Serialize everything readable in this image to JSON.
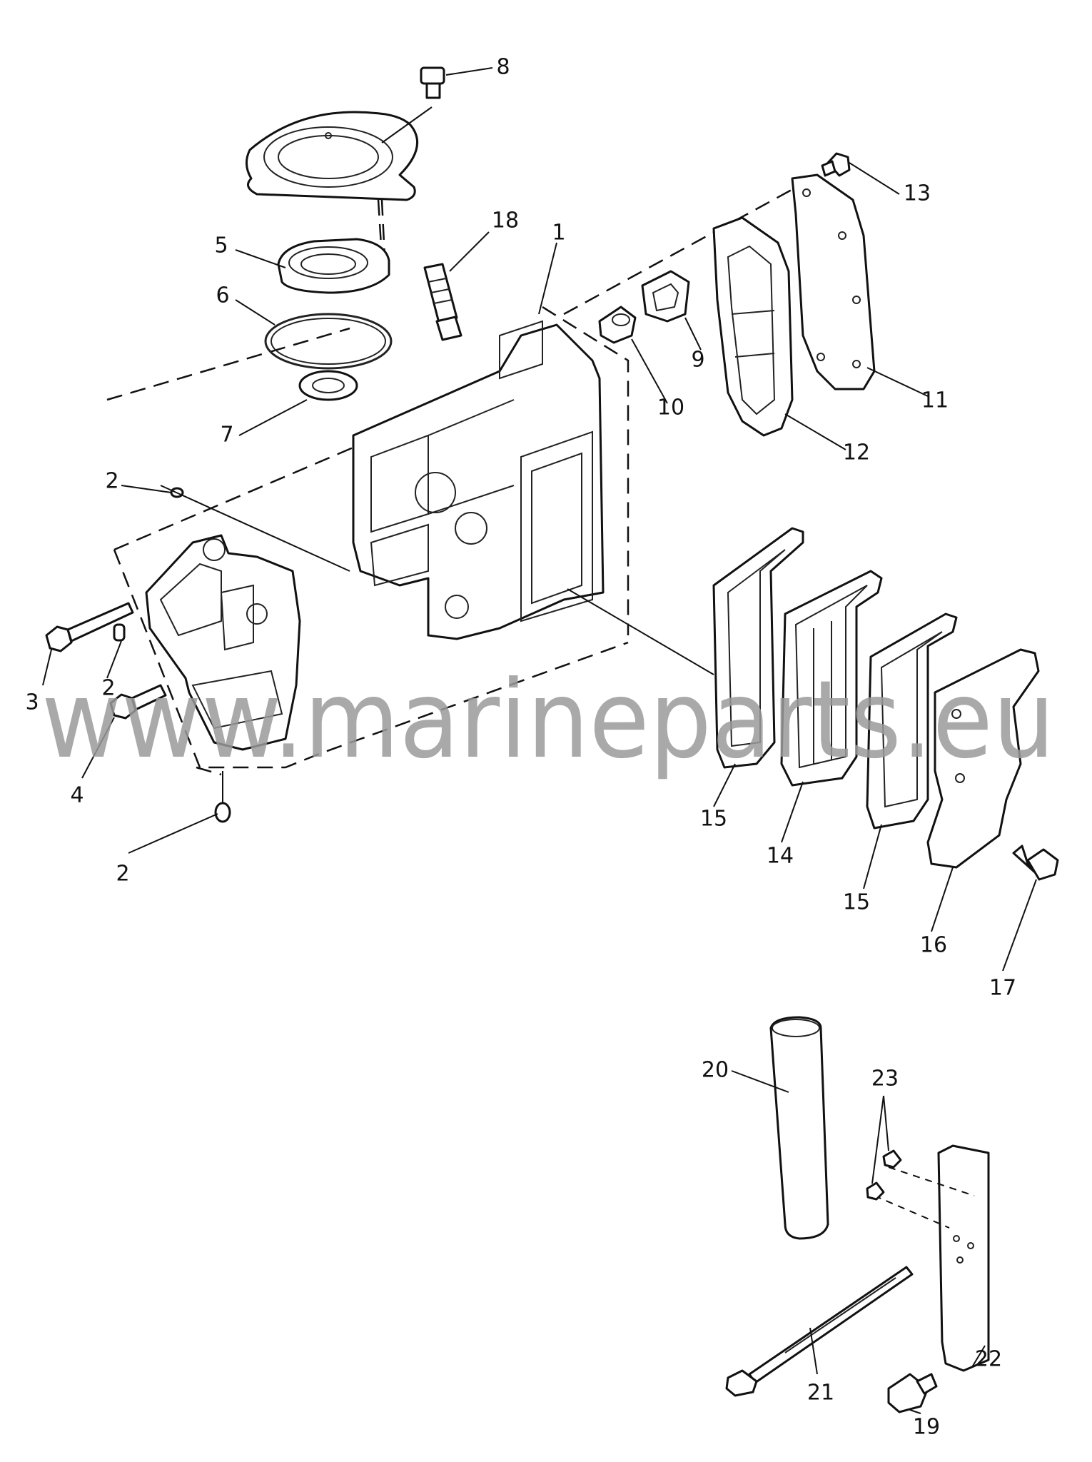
{
  "watermark": "www.marineparts.eu",
  "callouts": [
    {
      "id": "c1",
      "label": "1"
    },
    {
      "id": "c2a",
      "label": "2"
    },
    {
      "id": "c2b",
      "label": "2"
    },
    {
      "id": "c2c",
      "label": "2"
    },
    {
      "id": "c3",
      "label": "3"
    },
    {
      "id": "c4",
      "label": "4"
    },
    {
      "id": "c5",
      "label": "5"
    },
    {
      "id": "c6",
      "label": "6"
    },
    {
      "id": "c7",
      "label": "7"
    },
    {
      "id": "c8",
      "label": "8"
    },
    {
      "id": "c9",
      "label": "9"
    },
    {
      "id": "c10",
      "label": "10"
    },
    {
      "id": "c11",
      "label": "11"
    },
    {
      "id": "c12",
      "label": "12"
    },
    {
      "id": "c13",
      "label": "13"
    },
    {
      "id": "c14",
      "label": "14"
    },
    {
      "id": "c15a",
      "label": "15"
    },
    {
      "id": "c15b",
      "label": "15"
    },
    {
      "id": "c16",
      "label": "16"
    },
    {
      "id": "c17",
      "label": "17"
    },
    {
      "id": "c18",
      "label": "18"
    },
    {
      "id": "c19",
      "label": "19"
    },
    {
      "id": "c20",
      "label": "20"
    },
    {
      "id": "c21",
      "label": "21"
    },
    {
      "id": "c22",
      "label": "22"
    },
    {
      "id": "c23",
      "label": "23"
    }
  ]
}
